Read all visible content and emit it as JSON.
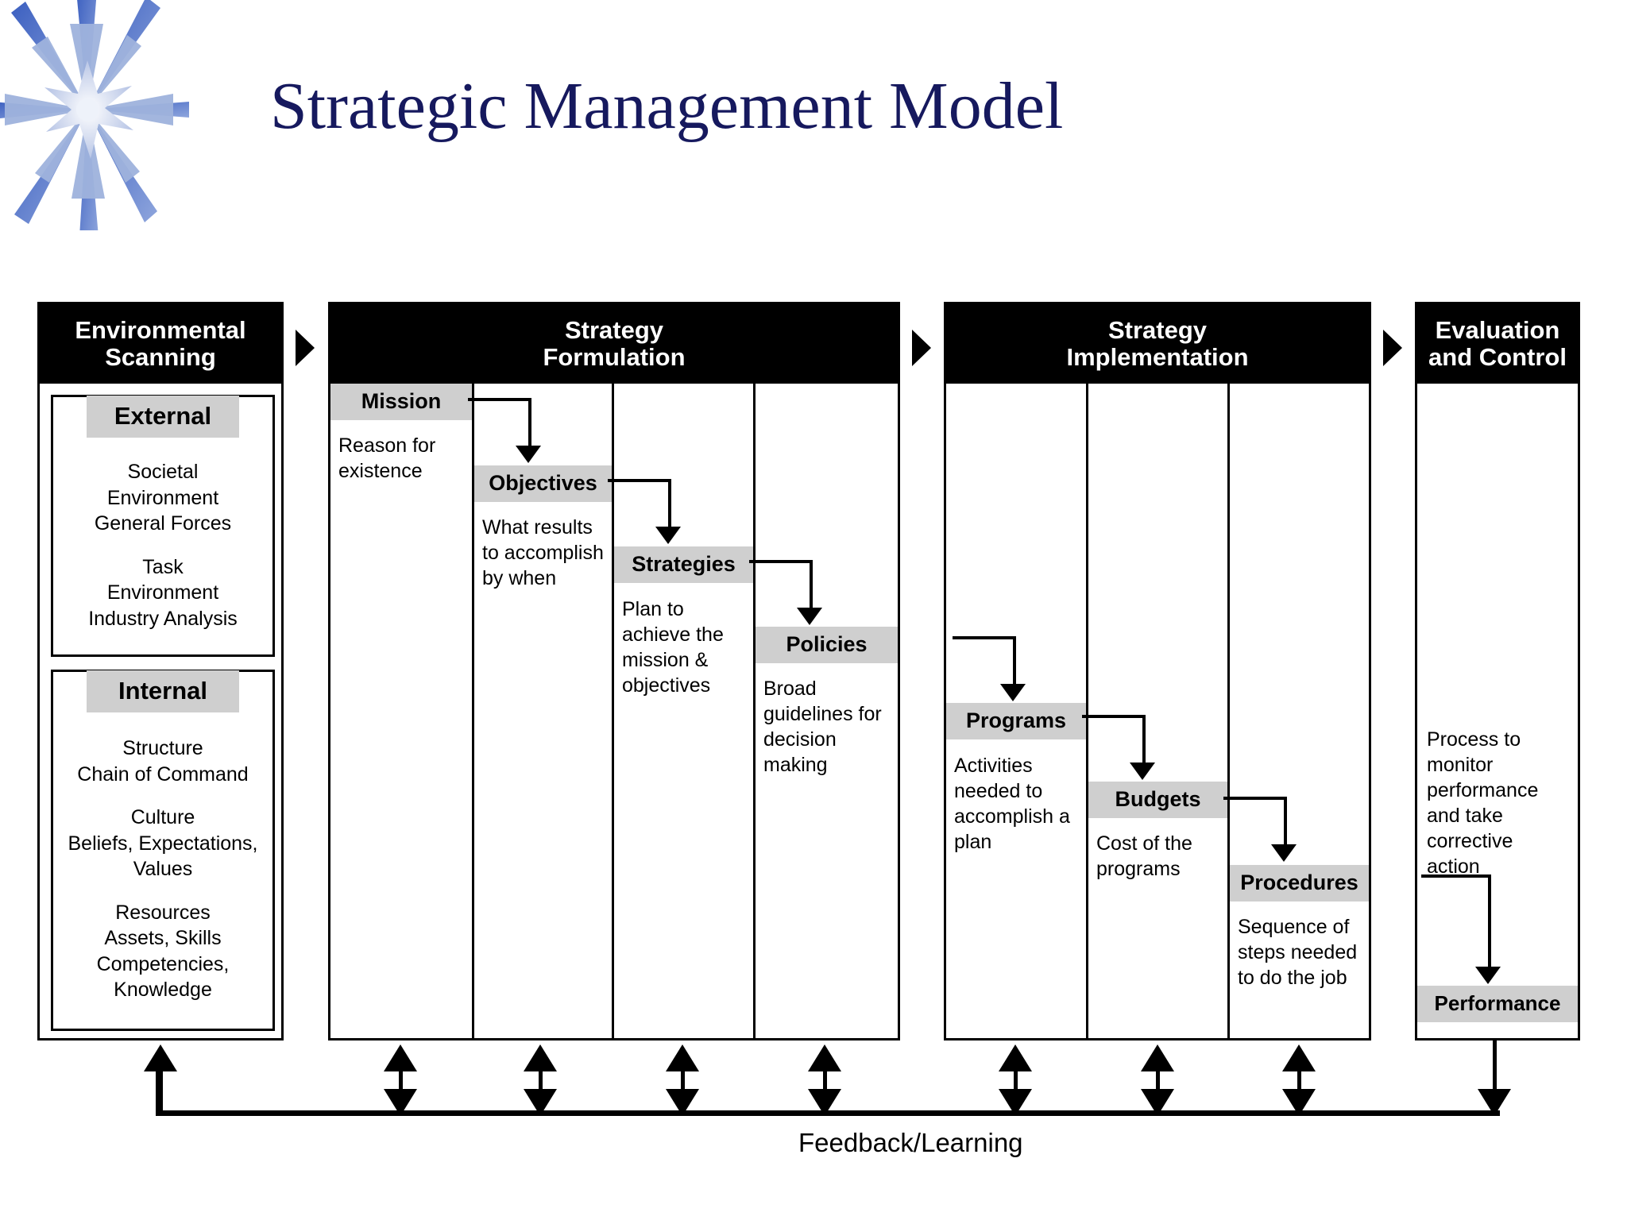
{
  "header": {
    "title": "Strategic Management Model",
    "logo_icon": "eight-point-star-icon",
    "title_color": "#16195e"
  },
  "colors": {
    "header_bar": "#000000",
    "sub_title_fill": "#cfcfcf",
    "border": "#000000",
    "page_background": "#ffffff"
  },
  "phases": [
    {
      "id": "environmental-scanning",
      "title": "Environmental\nScanning",
      "title_line1": "Environmental",
      "title_line2": "Scanning",
      "boxes": [
        {
          "id": "external",
          "label": "External",
          "lines": [
            "Societal",
            "Environment",
            "General Forces",
            "",
            "Task",
            "Environment",
            "Industry Analysis"
          ]
        },
        {
          "id": "internal",
          "label": "Internal",
          "lines": [
            "Structure",
            "Chain of Command",
            "",
            "Culture",
            "Beliefs, Expectations,",
            "Values",
            "",
            "Resources",
            "Assets, Skills",
            "Competencies,",
            "Knowledge"
          ]
        }
      ]
    },
    {
      "id": "strategy-formulation",
      "title_line1": "Strategy",
      "title_line2": "Formulation",
      "items": [
        {
          "id": "mission",
          "label": "Mission",
          "text": "Reason for existence"
        },
        {
          "id": "objectives",
          "label": "Objectives",
          "text": "What results to accomplish by when"
        },
        {
          "id": "strategies",
          "label": "Strategies",
          "text": "Plan to achieve the mission & objectives"
        },
        {
          "id": "policies",
          "label": "Policies",
          "text": "Broad guidelines for decision making"
        }
      ]
    },
    {
      "id": "strategy-implementation",
      "title_line1": "Strategy",
      "title_line2": "Implementation",
      "items": [
        {
          "id": "programs",
          "label": "Programs",
          "text": "Activities needed to accomplish a plan"
        },
        {
          "id": "budgets",
          "label": "Budgets",
          "text": "Cost of the programs"
        },
        {
          "id": "procedures",
          "label": "Procedures",
          "text": "Sequence of steps needed to do the job"
        }
      ]
    },
    {
      "id": "evaluation-and-control",
      "title_line1": "Evaluation",
      "title_line2": "and Control",
      "items": [
        {
          "id": "evaluation-text",
          "label": "",
          "text": "Process to monitor performance and take corrective action"
        },
        {
          "id": "performance",
          "label": "Performance",
          "text": ""
        }
      ]
    }
  ],
  "separators": [
    {
      "id": "sep-1",
      "icon": "right-triangle-icon"
    },
    {
      "id": "sep-2",
      "icon": "right-triangle-icon"
    },
    {
      "id": "sep-3",
      "icon": "right-triangle-icon"
    }
  ],
  "feedback": {
    "label": "Feedback/Learning",
    "arrow_icon": "double-headed-vertical-arrow-icon",
    "return_arrow_icon": "up-arrow-icon",
    "source_arrow_icon": "down-arrow-icon"
  }
}
